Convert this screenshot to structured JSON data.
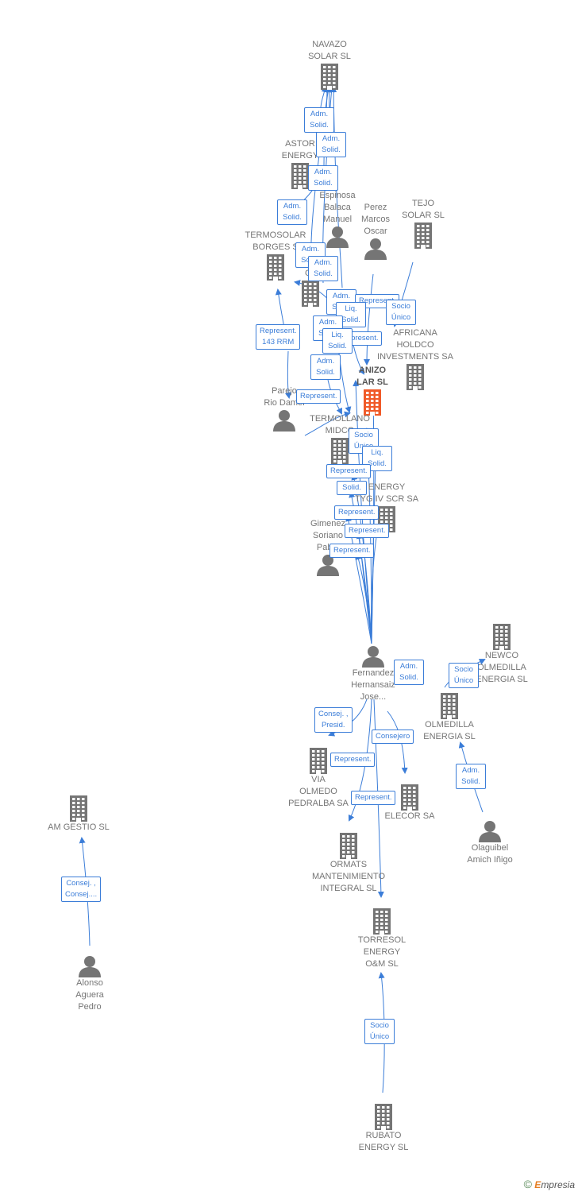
{
  "colors": {
    "edge": "#3b7dd8",
    "company": "#757575",
    "focus": "#f05a28",
    "person": "#757575"
  },
  "nodes": [
    {
      "id": "navazo",
      "type": "company",
      "label": "NAVAZO\nSOLAR SL"
    },
    {
      "id": "astor",
      "type": "company",
      "label": "ASTOR\nENERGY"
    },
    {
      "id": "espinosa",
      "type": "person",
      "label": "Espinosa\nBalaca\nManuel"
    },
    {
      "id": "perez",
      "type": "person",
      "label": "Perez\nMarcos\nOscar"
    },
    {
      "id": "tejo",
      "type": "company",
      "label": "TEJO\nSOLAR SL"
    },
    {
      "id": "termosolar",
      "type": "company",
      "label": "TERMOSOLAR\nBORGES S"
    },
    {
      "id": "cl",
      "type": "company",
      "label": "CL"
    },
    {
      "id": "africana",
      "type": "company",
      "label": "AFRICANA\nHOLDCO\nINVESTMENTS SA"
    },
    {
      "id": "lanizo",
      "type": "focus",
      "label": "ANIZO\nLAR SL"
    },
    {
      "id": "parejo",
      "type": "person",
      "label": "Parejo\nRio Damel"
    },
    {
      "id": "termollano",
      "type": "company",
      "label": "TERMOLLANO\nMIDCO"
    },
    {
      "id": "energy_tyg",
      "type": "company",
      "label": "ENERGY\nTYG IV SCR SA"
    },
    {
      "id": "gimenez",
      "type": "person",
      "label": "Gimenez\nSoriano\nPablo"
    },
    {
      "id": "fernandez",
      "type": "person",
      "label": "Fernandez\nHernansaiz\nJose..."
    },
    {
      "id": "newco",
      "type": "company",
      "label": "NEWCO\nOLMEDILLA\nENERGIA SL"
    },
    {
      "id": "olmedilla",
      "type": "company",
      "label": "OLMEDILLA\nENERGIA SL"
    },
    {
      "id": "via",
      "type": "company",
      "label": "VIA\nOLMEDO\nPEDRALBA SA"
    },
    {
      "id": "elecor",
      "type": "company",
      "label": "ELECOR SA"
    },
    {
      "id": "ormats",
      "type": "company",
      "label": "ORMATS\nMANTENIMIENTO\nINTEGRAL SL"
    },
    {
      "id": "olaguibel",
      "type": "person",
      "label": "Olaguibel\nAmich Iñigo"
    },
    {
      "id": "torresol",
      "type": "company",
      "label": "TORRESOL\nENERGY\nO&M SL"
    },
    {
      "id": "rubato",
      "type": "company",
      "label": "RUBATO\nENERGY SL"
    },
    {
      "id": "amgestio",
      "type": "company",
      "label": "AM GESTIO SL"
    },
    {
      "id": "alonso",
      "type": "person",
      "label": "Alonso\nAguera\nPedro"
    }
  ],
  "relations": [
    {
      "id": "r1",
      "label": "Adm.\nSolid."
    },
    {
      "id": "r2",
      "label": "Adm.\nSolid."
    },
    {
      "id": "r3",
      "label": "Adm.\nSolid."
    },
    {
      "id": "r4",
      "label": "Adm.\nSolid."
    },
    {
      "id": "r5",
      "label": "Adm.\nSolid."
    },
    {
      "id": "r6",
      "label": "Adm.\nSolid."
    },
    {
      "id": "r7",
      "label": "Adm.\nSolid."
    },
    {
      "id": "r8",
      "label": "Represent."
    },
    {
      "id": "r9",
      "label": "Socio\nÚnico"
    },
    {
      "id": "r10",
      "label": "Liq.\nSolid."
    },
    {
      "id": "r11",
      "label": "Adm.\nSolid."
    },
    {
      "id": "r12",
      "label": "Represent."
    },
    {
      "id": "r13",
      "label": "Represent.\n143 RRM"
    },
    {
      "id": "r14",
      "label": "Liq.\nSolid."
    },
    {
      "id": "r15",
      "label": "Adm.\nSolid."
    },
    {
      "id": "r16",
      "label": "Represent."
    },
    {
      "id": "r17",
      "label": "Socio\nÚnico"
    },
    {
      "id": "r18",
      "label": "Liq.\nSolid."
    },
    {
      "id": "r19",
      "label": "Represent."
    },
    {
      "id": "r20",
      "label": "Solid."
    },
    {
      "id": "r21",
      "label": "Represent."
    },
    {
      "id": "r22",
      "label": "Represent."
    },
    {
      "id": "r23",
      "label": "Represent."
    },
    {
      "id": "r24",
      "label": "Adm.\nSolid."
    },
    {
      "id": "r25",
      "label": "Socio\nÚnico"
    },
    {
      "id": "r26",
      "label": "Consej. ,\nPresid."
    },
    {
      "id": "r27",
      "label": "Consejero"
    },
    {
      "id": "r28",
      "label": "Represent."
    },
    {
      "id": "r29",
      "label": "Represent."
    },
    {
      "id": "r30",
      "label": "Adm.\nSolid."
    },
    {
      "id": "r31",
      "label": "Socio\nÚnico"
    },
    {
      "id": "r32",
      "label": "Consej. ,\nConsej...."
    }
  ],
  "footer": {
    "copyright": "©",
    "brand_first": "E",
    "brand_rest": "mpresia"
  }
}
